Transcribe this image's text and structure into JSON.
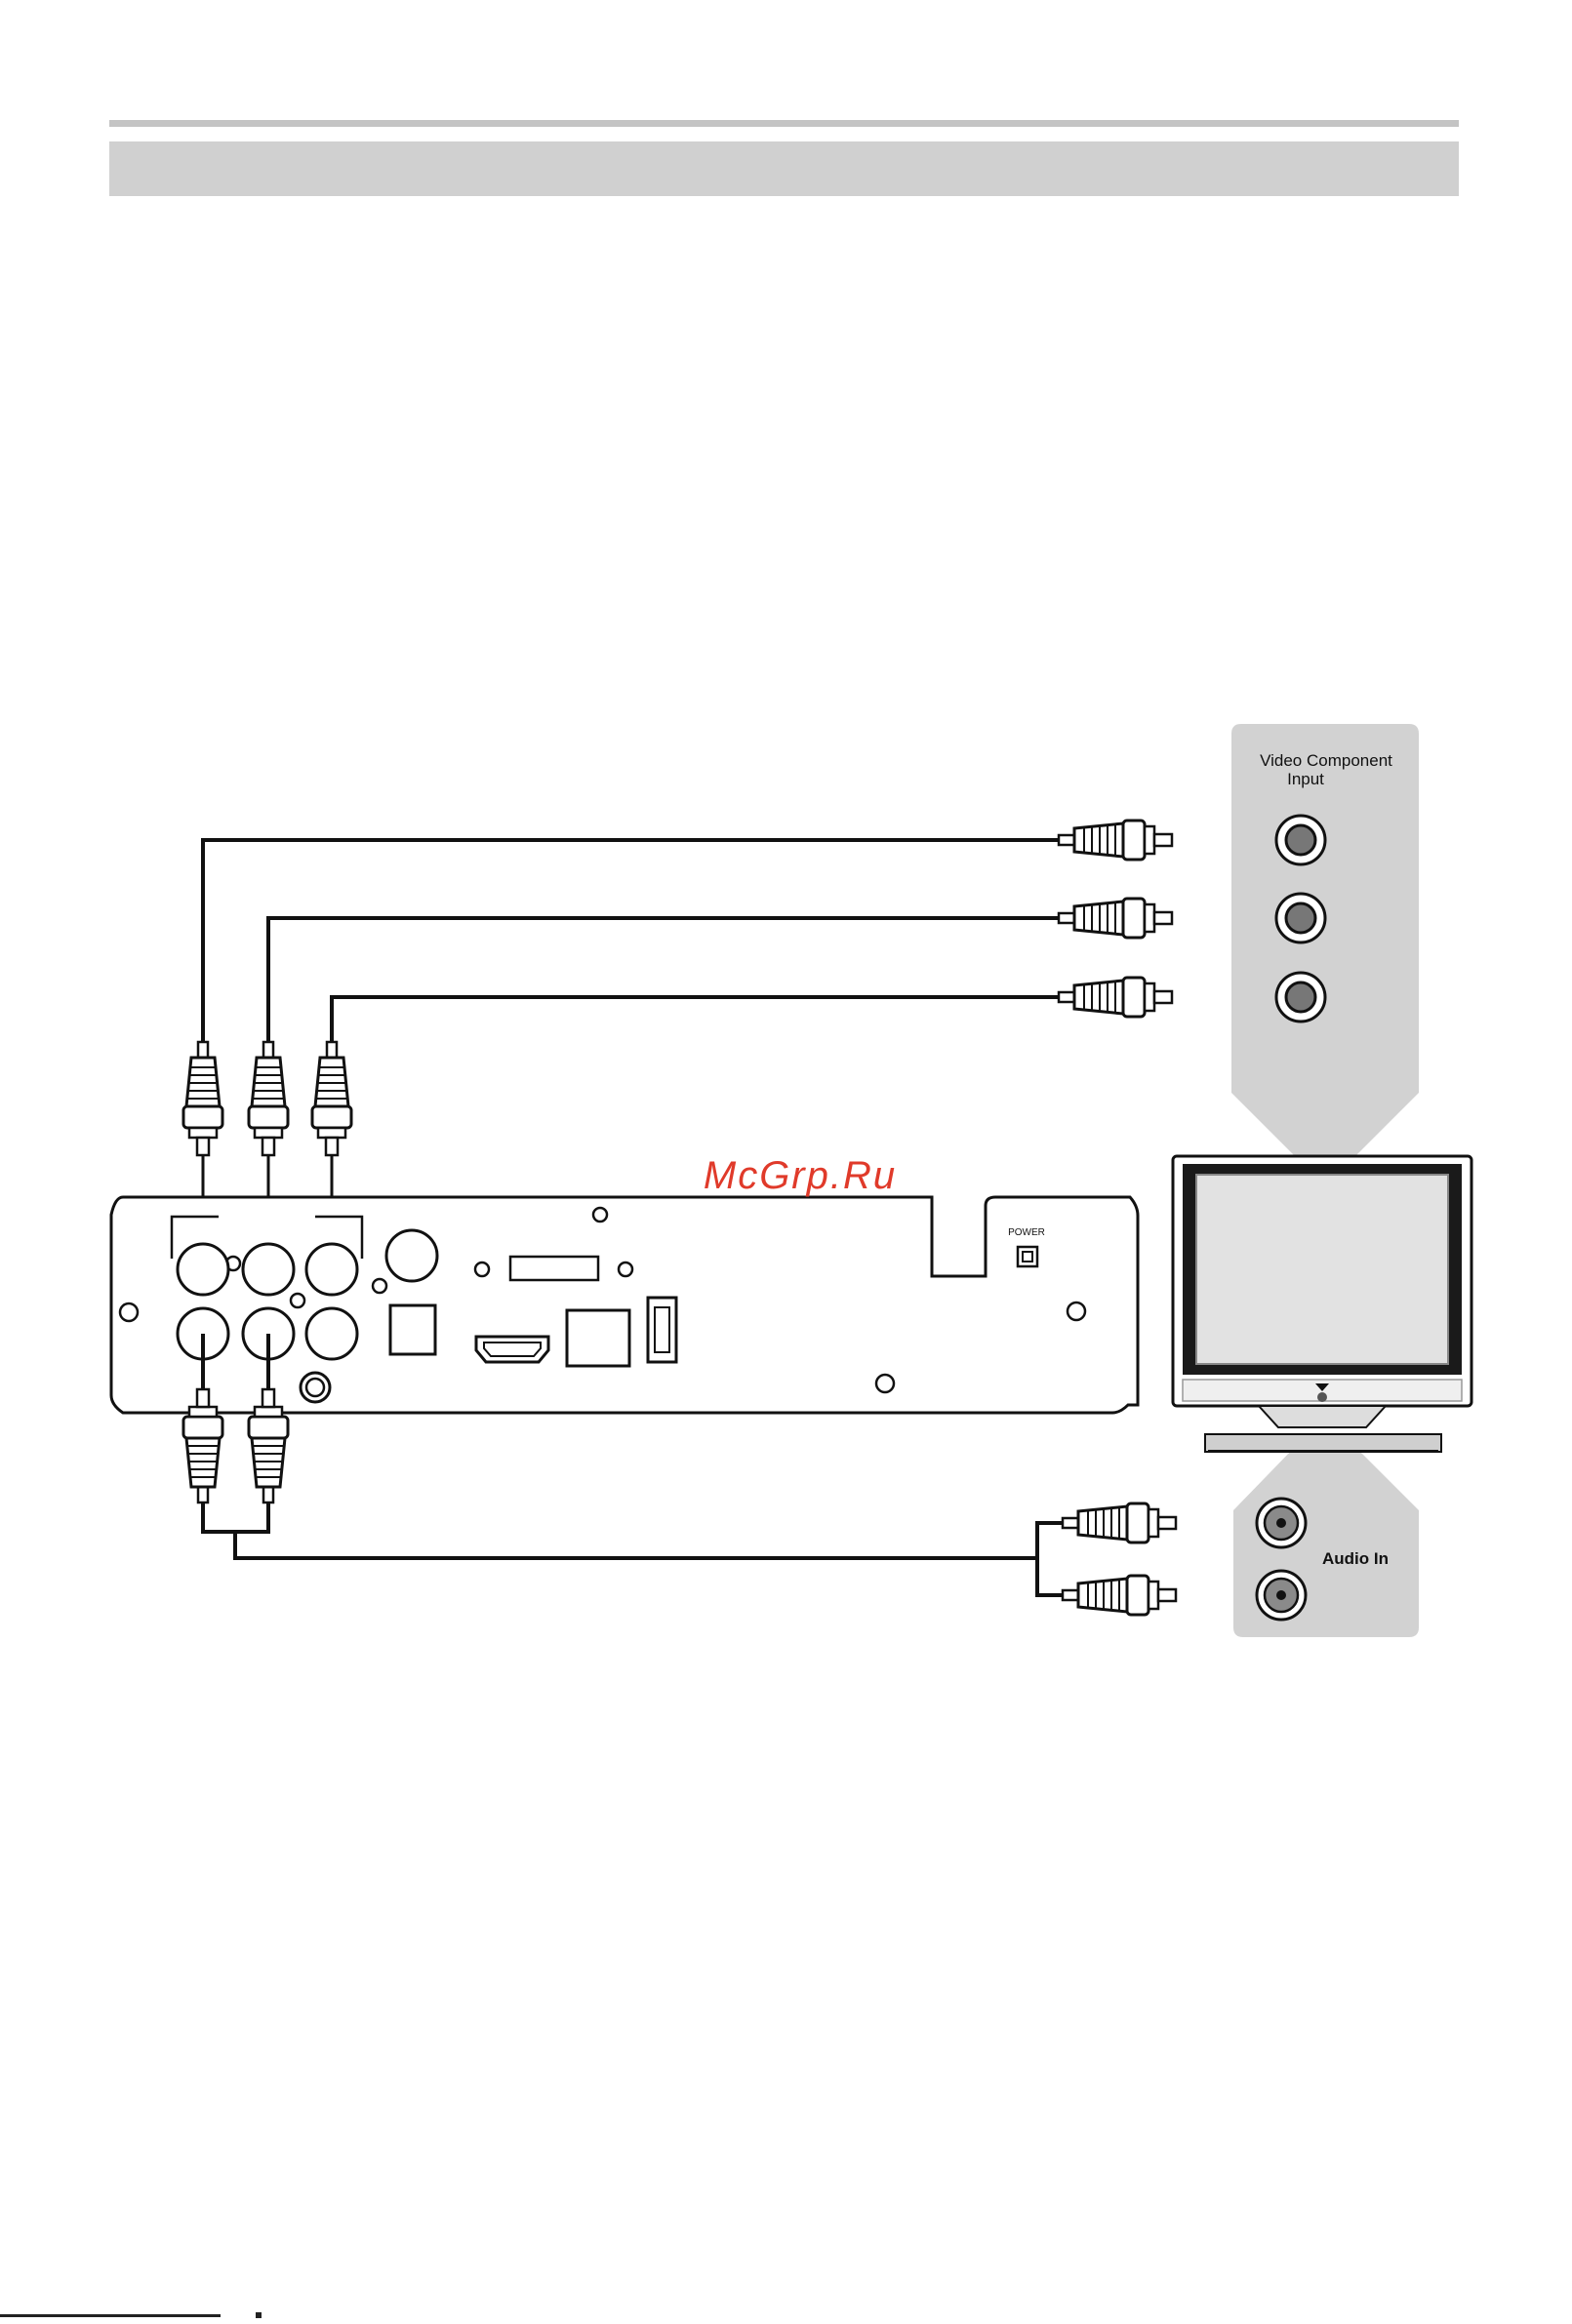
{
  "watermark": "McGrp.Ru",
  "labels": {
    "video_component_line1": "Video Component",
    "video_component_line2": "Input",
    "audio_in": "Audio In",
    "power": "POWER"
  },
  "colors": {
    "watermark": "#e03a2a",
    "panel": "#d2d2d2",
    "cable": "#1a1a1a",
    "rule": "#c4c4c4"
  },
  "icons": [
    "rca-plug-icon",
    "rca-jack-icon",
    "tv-icon",
    "power-switch-icon",
    "hdmi-port-icon"
  ]
}
